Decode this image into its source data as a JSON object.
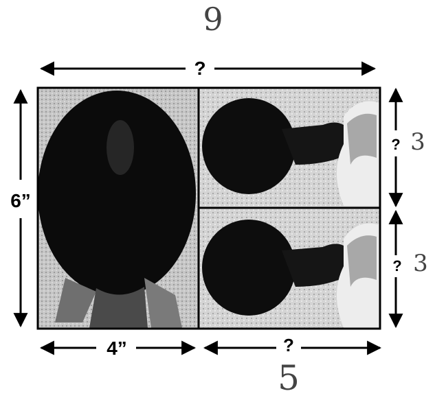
{
  "diagram": {
    "labels": {
      "total_width": "?",
      "left_height": "6”",
      "left_width": "4”",
      "right_width": "?",
      "top_right_height": "?",
      "bottom_right_height": "?"
    },
    "handwritten": {
      "total_width": "9",
      "right_width": "5",
      "top_right_height": "3",
      "bottom_right_height": "3"
    },
    "photos": {
      "left": "portrait-photo",
      "top_right": "landscape-photo-copy-1",
      "bottom_right": "landscape-photo-copy-2"
    },
    "colors": {
      "ink": "#000000",
      "pencil": "#444444",
      "photo_light": "#b8b8b8",
      "photo_dark": "#0a0a0a"
    }
  }
}
